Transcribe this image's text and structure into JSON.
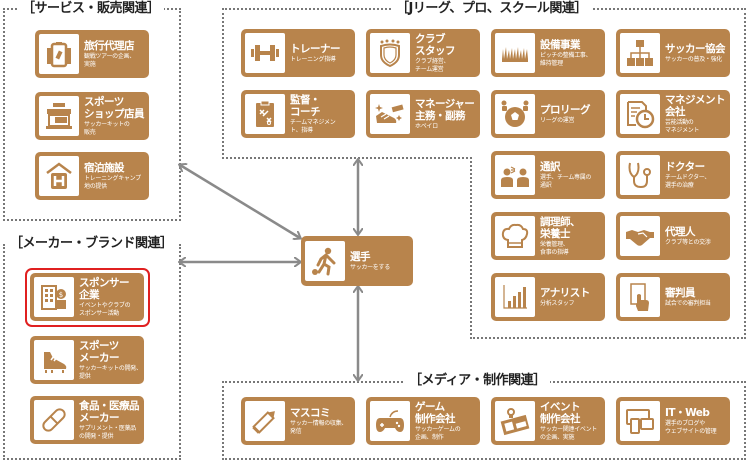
{
  "colors": {
    "card": "#b8844c",
    "highlight": "#e02020",
    "arrow": "#8a8a8a"
  },
  "zones": {
    "service": "［サービス・販売関連］",
    "jleague": "［Jリーグ、プロ、スクール関連］",
    "maker": "［メーカー・ブランド関連］",
    "media": "［メディア・制作関連］"
  },
  "center": {
    "title": "選手",
    "sub": "サッカーをする",
    "icon": "soccer-player-icon"
  },
  "service_cards": [
    {
      "title": "旅行代理店",
      "sub": "観戦ツアーの企画、\n実施",
      "icon": "luggage-icon"
    },
    {
      "title": "スポーツ\nショップ店員",
      "sub": "サッカーキットの\n販売",
      "icon": "shop-icon"
    },
    {
      "title": "宿泊施設",
      "sub": "トレーニングキャンプ\n地の提供",
      "icon": "hotel-icon"
    }
  ],
  "maker_cards": [
    {
      "title": "スポンサー\n企業",
      "sub": "イベントやクラブの\nスポンサー活動",
      "icon": "building-money-icon",
      "highlighted": true
    },
    {
      "title": "スポーツ\nメーカー",
      "sub": "サッカーキットの開発、\n提供",
      "icon": "soccer-shoe-icon"
    },
    {
      "title": "食品・医療品\nメーカー",
      "sub": "サプリメント・医薬品\nの開発・提供",
      "icon": "capsule-icon"
    }
  ],
  "jleague_cards": [
    {
      "title": "トレーナー",
      "sub": "トレーニング指導",
      "icon": "dumbbell-icon"
    },
    {
      "title": "クラブ\nスタッフ",
      "sub": "クラブ経営、\nチーム運営",
      "icon": "club-emblem-icon"
    },
    {
      "title": "設備事業",
      "sub": "ピッチの整備工事、\n維持管理",
      "icon": "grass-icon"
    },
    {
      "title": "サッカー協会",
      "sub": "サッカーの普及・強化",
      "icon": "org-chart-icon"
    },
    {
      "title": "監督・\nコーチ",
      "sub": "チームマネジメン\nト、指導",
      "icon": "tactics-board-icon"
    },
    {
      "title": "マネージャー\n主務・副務",
      "sub": "ホペイロ",
      "icon": "shoe-brush-icon"
    },
    {
      "title": "プロリーグ",
      "sub": "リーグの運営",
      "icon": "league-ball-icon"
    },
    {
      "title": "マネジメント\n会社",
      "sub": "芸能活動の\nマネジメント",
      "icon": "schedule-clock-icon"
    },
    {
      "title": "通訳",
      "sub": "選手、チーム専属の\n通訳",
      "icon": "interpreter-icon"
    },
    {
      "title": "ドクター",
      "sub": "チームドクター、\n選手の治療",
      "icon": "stethoscope-icon"
    },
    {
      "title": "調理師、\n栄養士",
      "sub": "栄養管理、\n食事の指導",
      "icon": "chef-hat-icon"
    },
    {
      "title": "代理人",
      "sub": "クラブ等との交渉",
      "icon": "handshake-icon"
    },
    {
      "title": "アナリスト",
      "sub": "分析スタッフ",
      "icon": "bar-chart-icon"
    },
    {
      "title": "審判員",
      "sub": "試合での審判担当",
      "icon": "referee-card-icon"
    }
  ],
  "media_cards": [
    {
      "title": "マスコミ",
      "sub": "サッカー情報の収集、\n発信",
      "icon": "pencil-icon"
    },
    {
      "title": "ゲーム\n制作会社",
      "sub": "サッカーゲームの\n企画、制作",
      "icon": "gamepad-icon"
    },
    {
      "title": "イベント\n制作会社",
      "sub": "サッカー関連イベント\nの企画、実施",
      "icon": "pass-badge-icon"
    },
    {
      "title": "IT・Web",
      "sub": "選手のブログや\nウェブサイトの管理",
      "icon": "devices-icon"
    }
  ]
}
